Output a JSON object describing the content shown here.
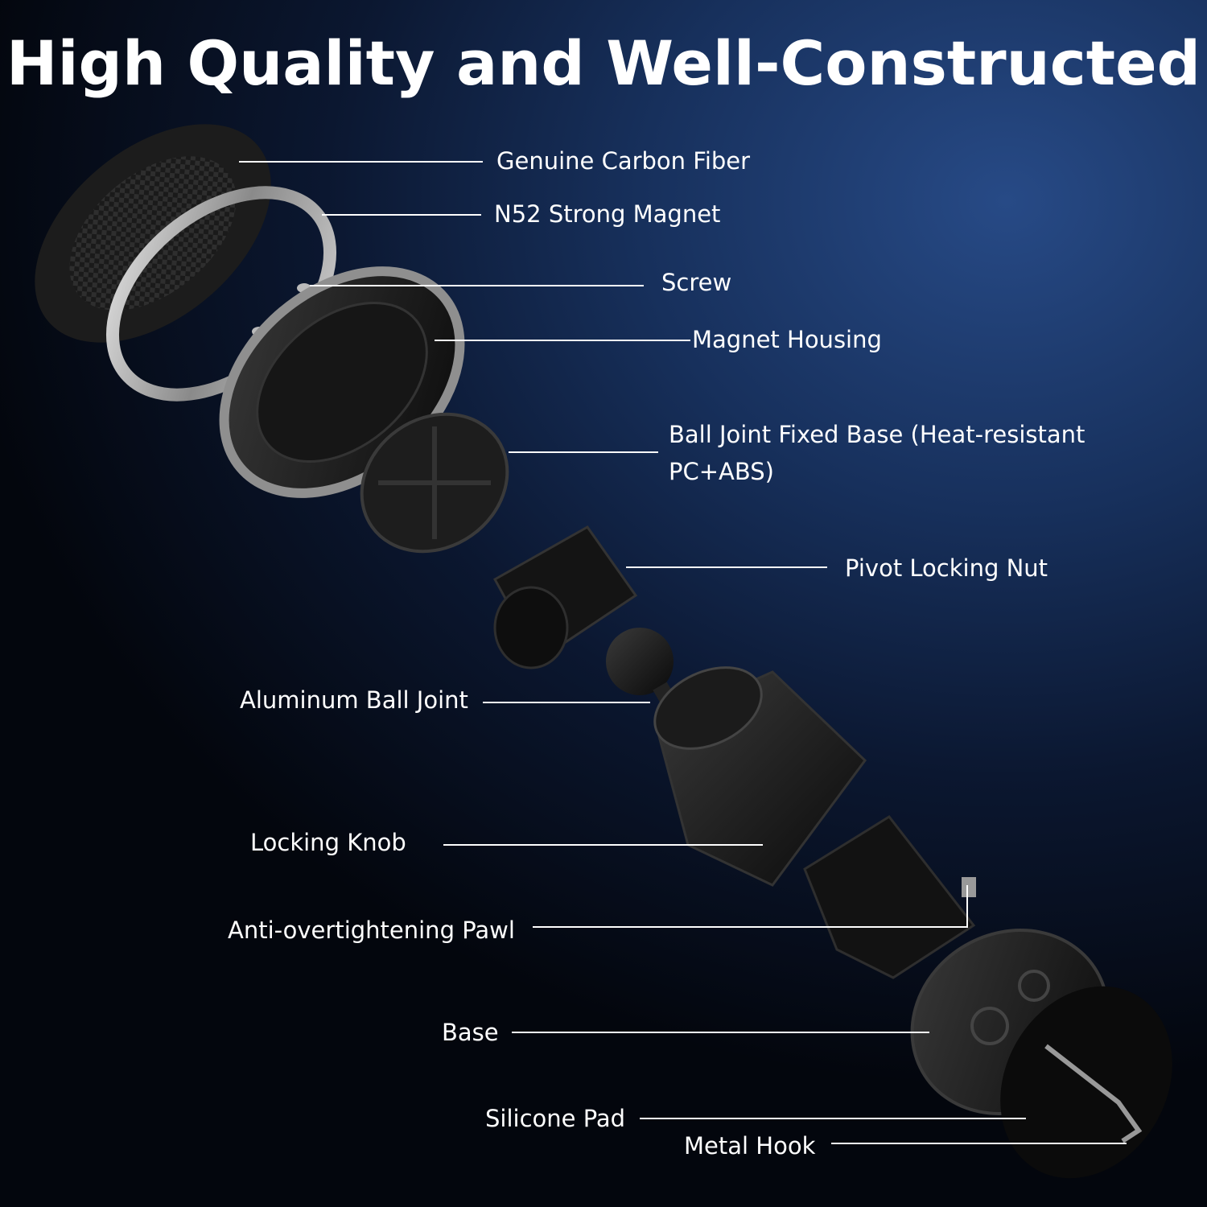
{
  "title": "High Quality and Well-Constructed",
  "labels": {
    "carbon_fiber": "Genuine Carbon Fiber",
    "magnet": "N52 Strong Magnet",
    "screw": "Screw",
    "housing": "Magnet Housing",
    "ball_base_line1": "Ball Joint Fixed Base (Heat-resistant",
    "ball_base_line2": "PC+ABS)",
    "pivot_nut": "Pivot Locking Nut",
    "ball_joint": "Aluminum Ball Joint",
    "locking_knob": "Locking Knob",
    "pawl": "Anti-overtightening Pawl",
    "base": "Base",
    "silicone_pad": "Silicone Pad",
    "metal_hook": "Metal Hook"
  }
}
